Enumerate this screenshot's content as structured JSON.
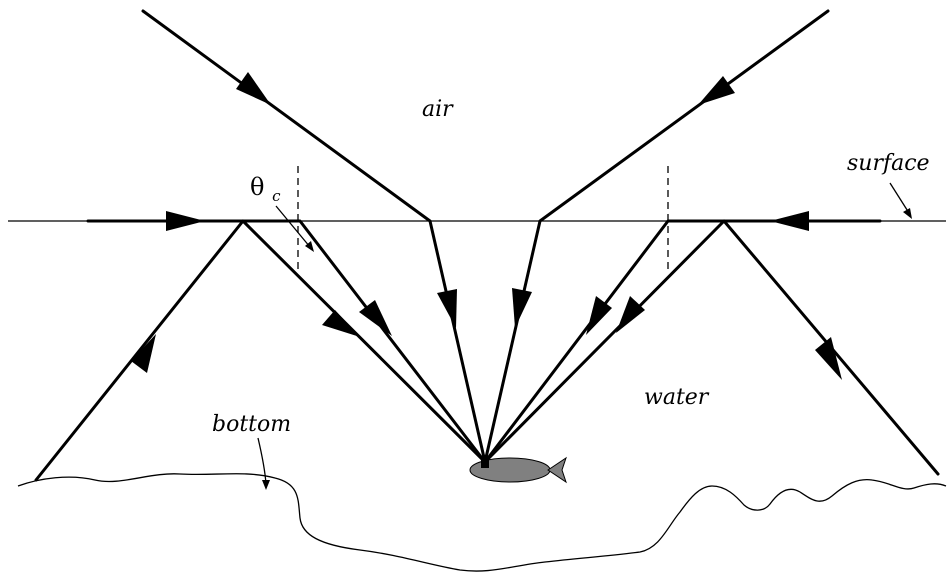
{
  "labels": {
    "air": "air",
    "surface": "surface",
    "water": "water",
    "bottom": "bottom",
    "theta": "θ",
    "theta_sub": "c"
  },
  "colors": {
    "line": "#000000",
    "fish": "#808080",
    "background": "#ffffff"
  }
}
